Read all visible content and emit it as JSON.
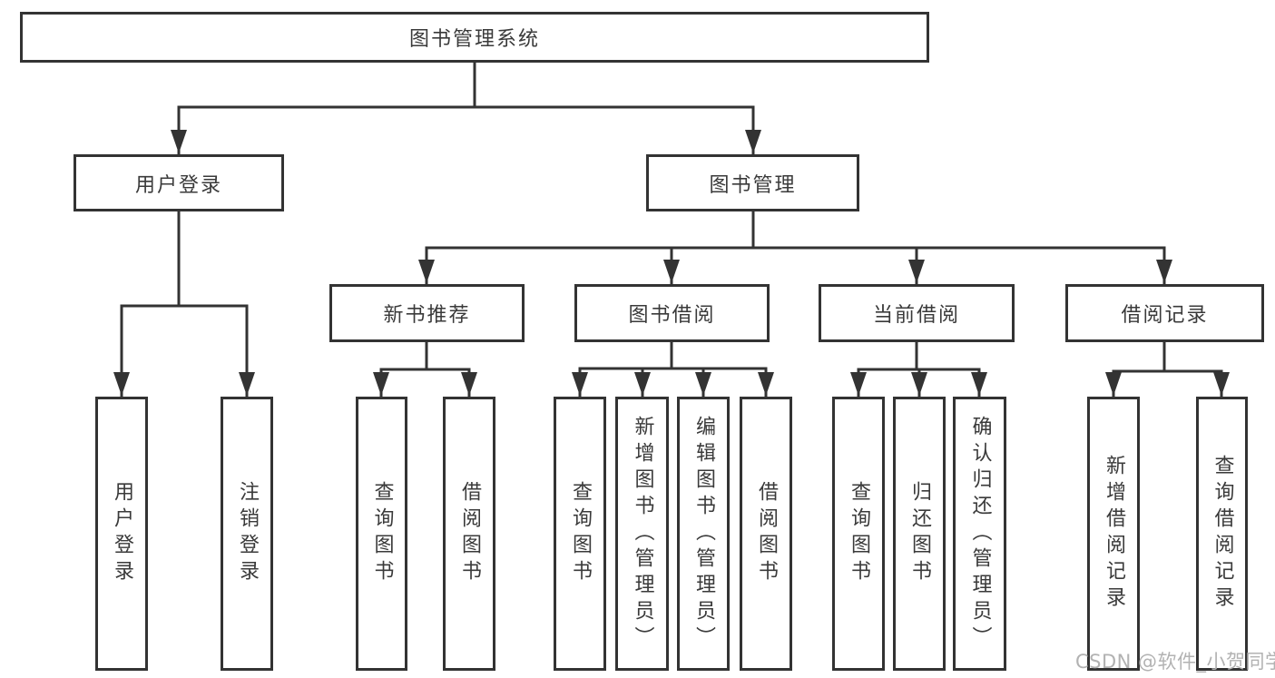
{
  "diagram": {
    "title_node": "图书管理系统",
    "level2": {
      "user_login": "用户登录",
      "book_management": "图书管理"
    },
    "level3": {
      "new_book_recommend": "新书推荐",
      "book_borrow": "图书借阅",
      "current_borrow": "当前借阅",
      "borrow_records": "借阅记录"
    },
    "leaves": {
      "user_login": "用户登录",
      "logout": "注销登录",
      "query_book_1": "查询图书",
      "borrow_book_1": "借阅图书",
      "query_book_2": "查询图书",
      "add_book_admin": "新增图书（管理员）",
      "edit_book_admin": "编辑图书（管理员）",
      "borrow_book_2": "借阅图书",
      "query_book_3": "查询图书",
      "return_book": "归还图书",
      "confirm_return_admin": "确认归还（管理员）",
      "add_borrow_record": "新增借阅记录",
      "query_borrow_record": "查询借阅记录"
    }
  },
  "watermark": "CSDN @软件_小贺同学",
  "colors": {
    "line": "#333333",
    "text": "#3a3a3a",
    "node_fill": "#ffffff",
    "background": "#ffffff",
    "watermark": "#b2b2b2"
  }
}
